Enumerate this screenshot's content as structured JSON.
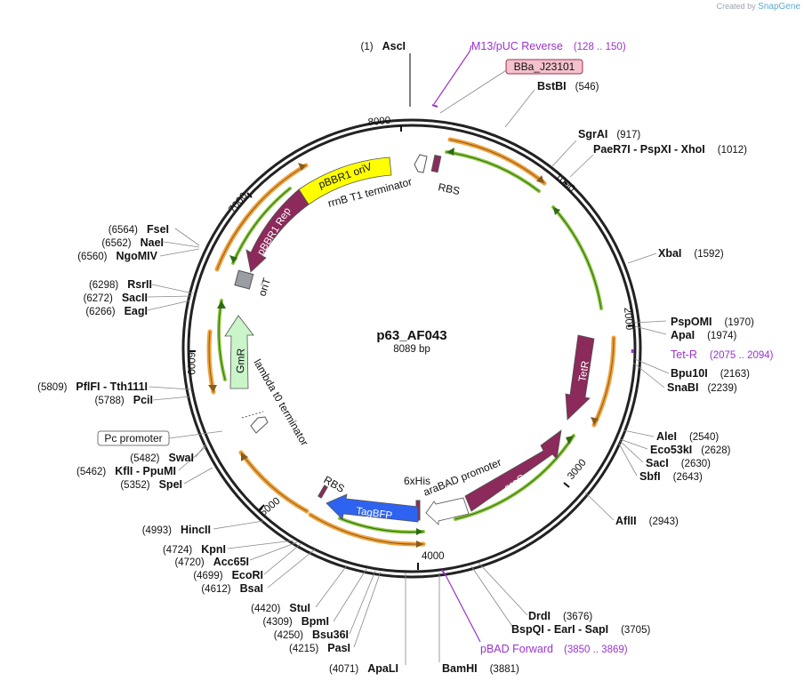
{
  "app": {
    "created_by": "Created by",
    "brand": "SnapGene"
  },
  "plasmid": {
    "name": "p63_AF043",
    "size_label": "8089 bp"
  },
  "ticks": [
    "1000",
    "2000",
    "3000",
    "4000",
    "5000",
    "6000",
    "7000",
    "8000"
  ],
  "enzymes": {
    "asci": {
      "name": "AscI",
      "pos": "(1)"
    },
    "bstbi": {
      "name": "BstBI",
      "pos": "(546)"
    },
    "sgrai": {
      "name": "SgrAI",
      "pos": "(917)"
    },
    "paer7i": {
      "name": "PaeR7I  -  PspXI  -  XhoI",
      "pos": "(1012)"
    },
    "xbai": {
      "name": "XbaI",
      "pos": "(1592)"
    },
    "pspomi": {
      "name": "PspOMI",
      "pos": "(1970)"
    },
    "apai": {
      "name": "ApaI",
      "pos": "(1974)"
    },
    "bpu10i": {
      "name": "Bpu10I",
      "pos": "(2163)"
    },
    "snabi": {
      "name": "SnaBI",
      "pos": "(2239)"
    },
    "alei": {
      "name": "AleI",
      "pos": "(2540)"
    },
    "eco53ki": {
      "name": "Eco53kI",
      "pos": "(2628)"
    },
    "saci": {
      "name": "SacI",
      "pos": "(2630)"
    },
    "sbfi": {
      "name": "SbfI",
      "pos": "(2643)"
    },
    "aflii": {
      "name": "AflII",
      "pos": "(2943)"
    },
    "drdi": {
      "name": "DrdI",
      "pos": "(3676)"
    },
    "bspqi": {
      "name": "BspQI  -  EarI  -  SapI",
      "pos": "(3705)"
    },
    "bamhi": {
      "name": "BamHI",
      "pos": "(3881)"
    },
    "apali": {
      "name": "ApaLI",
      "pos": "(4071)"
    },
    "pasi": {
      "name": "PasI",
      "pos": "(4215)"
    },
    "bsu36i": {
      "name": "Bsu36I",
      "pos": "(4250)"
    },
    "bpmi": {
      "name": "BpmI",
      "pos": "(4309)"
    },
    "stui": {
      "name": "StuI",
      "pos": "(4420)"
    },
    "bsai": {
      "name": "BsaI",
      "pos": "(4612)"
    },
    "ecori": {
      "name": "EcoRI",
      "pos": "(4699)"
    },
    "acc65i": {
      "name": "Acc65I",
      "pos": "(4720)"
    },
    "kpni": {
      "name": "KpnI",
      "pos": "(4724)"
    },
    "hincii": {
      "name": "HincII",
      "pos": "(4993)"
    },
    "spei": {
      "name": "SpeI",
      "pos": "(5352)"
    },
    "kfli": {
      "name": "KflI  -  PpuMI",
      "pos": "(5462)"
    },
    "swai": {
      "name": "SwaI",
      "pos": "(5482)"
    },
    "pcii": {
      "name": "PciI",
      "pos": "(5788)"
    },
    "pflfi": {
      "name": "PflFI  -  Tth111I",
      "pos": "(5809)"
    },
    "eagi": {
      "name": "EagI",
      "pos": "(6266)"
    },
    "sacii": {
      "name": "SacII",
      "pos": "(6272)"
    },
    "rsrii": {
      "name": "RsrII",
      "pos": "(6298)"
    },
    "ngomiv": {
      "name": "NgoMIV",
      "pos": "(6560)"
    },
    "naei": {
      "name": "NaeI",
      "pos": "(6562)"
    },
    "fsei": {
      "name": "FseI",
      "pos": "(6564)"
    }
  },
  "primers": {
    "m13": {
      "name": "M13/pUC Reverse",
      "range": "(128 .. 150)"
    },
    "tetr": {
      "name": "Tet-R",
      "range": "(2075 .. 2094)"
    },
    "pbad": {
      "name": "pBAD Forward",
      "range": "(3850 .. 3869)"
    }
  },
  "boxed_features": {
    "bba": "BBa_J23101",
    "pc": "Pc promoter"
  },
  "features": {
    "pbbr1_oriv": "pBBR1 oriV",
    "rrnb": "rrnB T1 terminator",
    "rbs1": "RBS",
    "pbbr1_rep": "pBBR1 Rep",
    "orit": "oriT",
    "gmr": "GmR",
    "lambda": "lambda t0 terminator",
    "tetr": "TetR",
    "arac": "araC",
    "arabad": "araBAD promoter",
    "sixhis": "6xHis",
    "rbs2": "RBS",
    "tagbfp": "TagBFP"
  },
  "colors": {
    "backbone": "#222222",
    "orf_arrow": "#f0a23c",
    "orf_arrow_inner": "#8a5a1a",
    "green_arc": "#8dc63f",
    "green_arc_inner": "#2f6a12",
    "maroon": "#8b2a5b",
    "yellow": "#ffff00",
    "gmr": "#c9f5c9",
    "tagbfp": "#2d63f0",
    "primer": "#9933cc",
    "orit": "#9a9da3",
    "bba_fill": "#f4c2cc",
    "bba_stroke": "#a03050"
  }
}
